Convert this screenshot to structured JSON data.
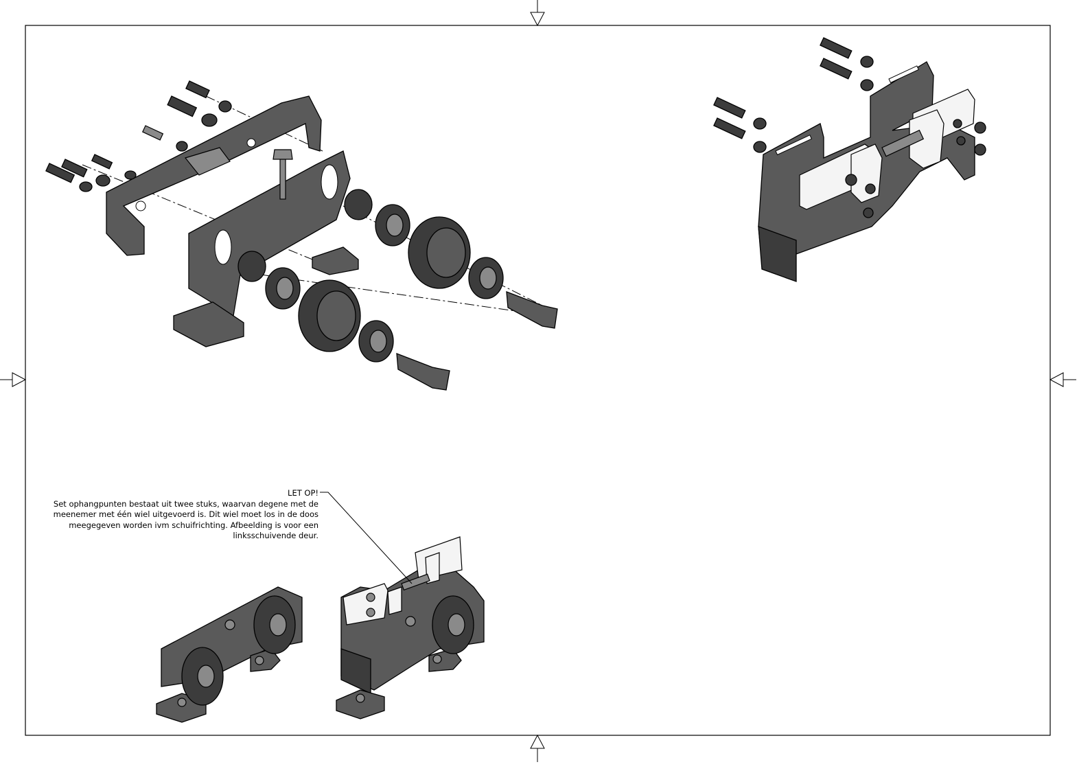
{
  "drawing": {
    "annotation": {
      "title": "LET OP!",
      "text": "Set ophangpunten bestaat uit twee stuks, waarvan degene met de meenemer met één wiel uitgevoerd is. Dit wiel moet los in de doos meegegeven worden ivm schuifrichting. Afbeelding is voor een linksschuivende deur."
    },
    "views": [
      {
        "name": "exploded-trolley-two-wheels"
      },
      {
        "name": "exploded-carrier-bracket"
      },
      {
        "name": "assembled-trolley-two-wheels"
      },
      {
        "name": "assembled-trolley-one-wheel-with-carrier"
      }
    ],
    "colors": {
      "part": "#5a5a5a",
      "line": "#000000",
      "paper": "#ffffff"
    }
  }
}
